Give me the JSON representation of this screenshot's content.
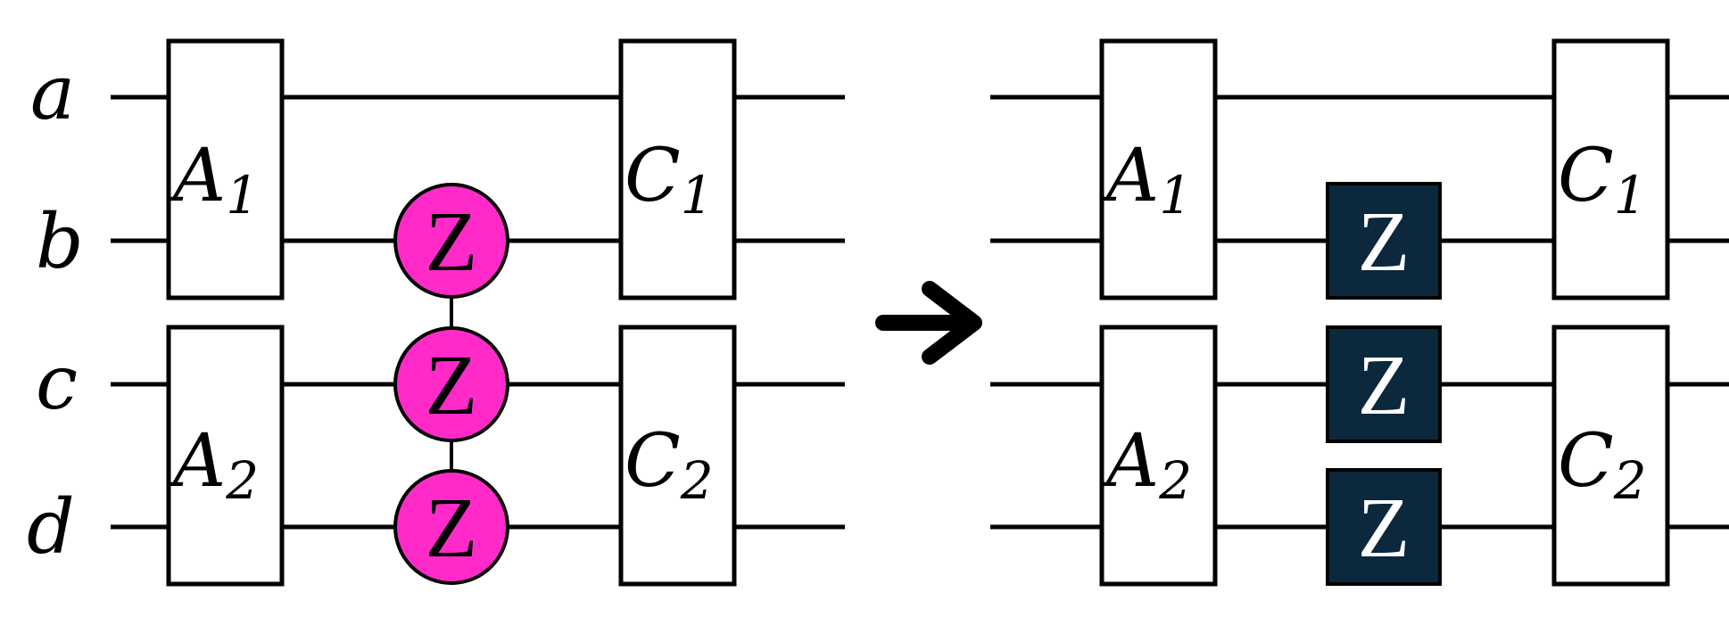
{
  "title": "Circuit transformation: multi-qubit Z interaction replaced by single-qubit Z gates",
  "wire_labels": [
    "a",
    "b",
    "c",
    "d"
  ],
  "left_circuit": {
    "gates_before": [
      {
        "name": "A",
        "sub": "1",
        "wires": [
          "a",
          "b"
        ]
      },
      {
        "name": "A",
        "sub": "2",
        "wires": [
          "c",
          "d"
        ]
      }
    ],
    "interaction": {
      "label": "Z",
      "wires": [
        "b",
        "c",
        "d"
      ],
      "style": "connected circles",
      "color": "#ff2ac8"
    },
    "gates_after": [
      {
        "name": "C",
        "sub": "1",
        "wires": [
          "a",
          "b"
        ]
      },
      {
        "name": "C",
        "sub": "2",
        "wires": [
          "c",
          "d"
        ]
      }
    ]
  },
  "arrow": "right-arrow",
  "right_circuit": {
    "gates_before": [
      {
        "name": "A",
        "sub": "1",
        "wires": [
          "a",
          "b"
        ]
      },
      {
        "name": "A",
        "sub": "2",
        "wires": [
          "c",
          "d"
        ]
      }
    ],
    "single_gates": [
      {
        "label": "Z",
        "wire": "b"
      },
      {
        "label": "Z",
        "wire": "c"
      },
      {
        "label": "Z",
        "wire": "d"
      }
    ],
    "single_gate_color": "#0b283d",
    "gates_after": [
      {
        "name": "C",
        "sub": "1",
        "wires": [
          "a",
          "b"
        ]
      },
      {
        "name": "C",
        "sub": "2",
        "wires": [
          "c",
          "d"
        ]
      }
    ]
  }
}
